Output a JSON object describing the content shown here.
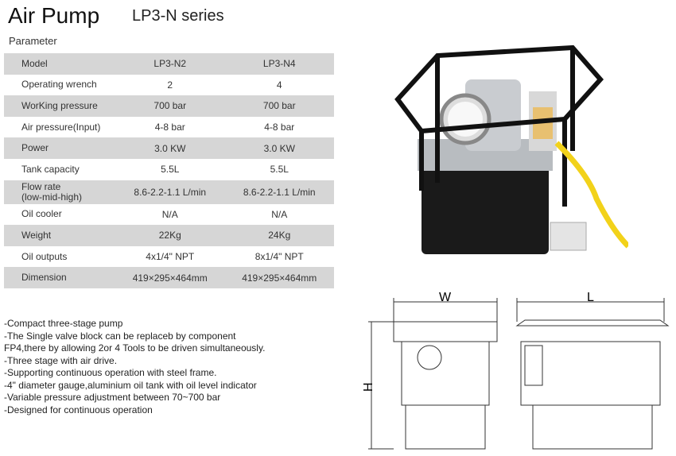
{
  "header": {
    "title": "Air  Pump",
    "series": "LP3-N series",
    "section": "Parameter"
  },
  "table": {
    "rows": [
      {
        "label": "Model",
        "n2": "LP3-N2",
        "n4": "LP3-N4"
      },
      {
        "label": "Operating wrench",
        "n2": "2",
        "n4": "4"
      },
      {
        "label": "WorKing pressure",
        "n2": "700 bar",
        "n4": "700 bar"
      },
      {
        "label": "Air pressure(Input)",
        "n2": "4-8 bar",
        "n4": "4-8 bar"
      },
      {
        "label": "Power",
        "n2": "3.0 KW",
        "n4": "3.0 KW"
      },
      {
        "label": "Tank capacity",
        "n2": "5.5L",
        "n4": "5.5L"
      },
      {
        "label": "Flow rate",
        "label2": "(low-mid-high)",
        "n2": "8.6-2.2-1.1 L/min",
        "n4": "8.6-2.2-1.1 L/min"
      },
      {
        "label": "Oil cooler",
        "n2": "N/A",
        "n4": "N/A"
      },
      {
        "label": "Weight",
        "n2": "22Kg",
        "n4": "24Kg"
      },
      {
        "label": "Oil outputs",
        "n2": "4x1/4\" NPT",
        "n4": "8x1/4\" NPT"
      },
      {
        "label": "Dimension",
        "n2": "419×295×464mm",
        "n4": "419×295×464mm"
      }
    ]
  },
  "features": [
    "-Compact three-stage pump",
    "-The Single valve block can be replaceb by component",
    "FP4,there by allowing 2or 4 Tools to be driven simultaneously.",
    "-Three stage with air drive.",
    "-Supporting continuous operation with steel frame.",
    "-4\" diameter gauge,aluminium oil tank with oil level indicator",
    "-Variable pressure adjustment between 70~700 bar",
    "-Designed for continuous operation"
  ],
  "drawing": {
    "w_label": "W",
    "l_label": "L",
    "h_label": "H"
  }
}
